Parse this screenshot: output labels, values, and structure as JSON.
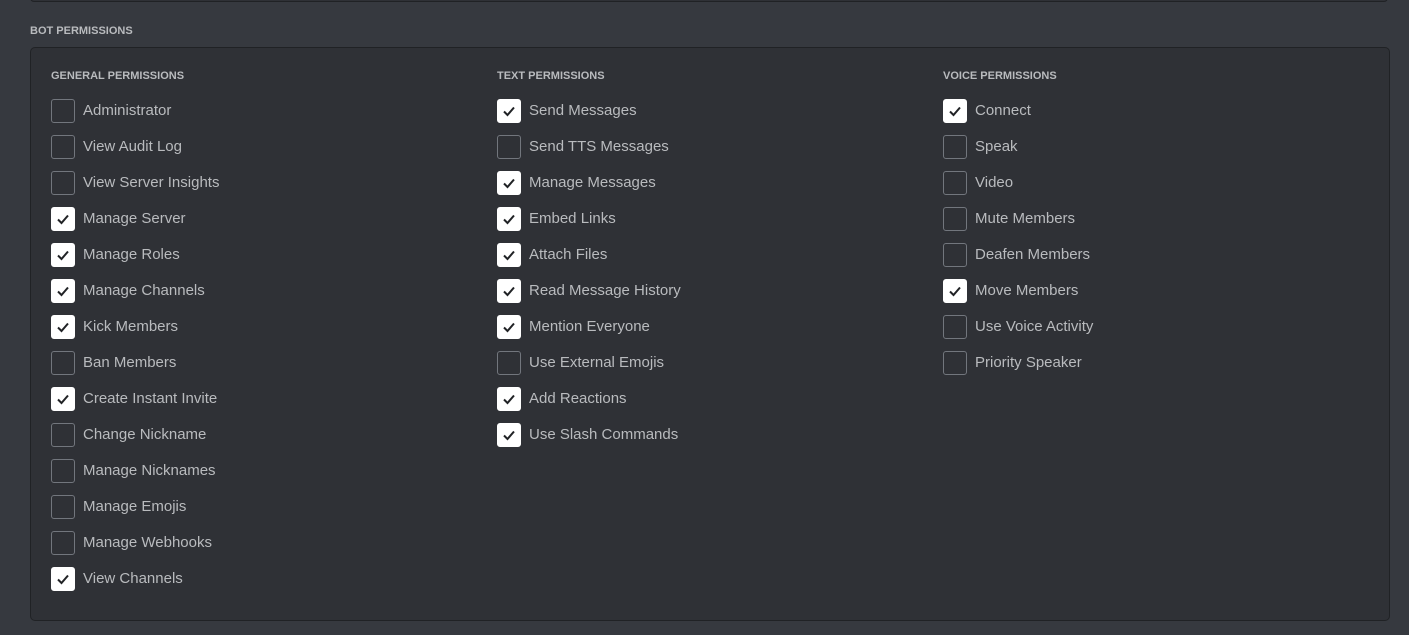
{
  "section_title": "BOT PERMISSIONS",
  "colors": {
    "background": "#36393f",
    "panel": "#2f3136",
    "panel_border": "#202225",
    "text": "#b9bbbe",
    "checkbox_checked": "#ffffff"
  },
  "check_icon": "check-icon",
  "columns": [
    {
      "heading": "GENERAL PERMISSIONS",
      "items": [
        {
          "label": "Administrator",
          "checked": false
        },
        {
          "label": "View Audit Log",
          "checked": false
        },
        {
          "label": "View Server Insights",
          "checked": false
        },
        {
          "label": "Manage Server",
          "checked": true
        },
        {
          "label": "Manage Roles",
          "checked": true
        },
        {
          "label": "Manage Channels",
          "checked": true
        },
        {
          "label": "Kick Members",
          "checked": true
        },
        {
          "label": "Ban Members",
          "checked": false
        },
        {
          "label": "Create Instant Invite",
          "checked": true
        },
        {
          "label": "Change Nickname",
          "checked": false
        },
        {
          "label": "Manage Nicknames",
          "checked": false
        },
        {
          "label": "Manage Emojis",
          "checked": false
        },
        {
          "label": "Manage Webhooks",
          "checked": false
        },
        {
          "label": "View Channels",
          "checked": true
        }
      ]
    },
    {
      "heading": "TEXT PERMISSIONS",
      "items": [
        {
          "label": "Send Messages",
          "checked": true
        },
        {
          "label": "Send TTS Messages",
          "checked": false
        },
        {
          "label": "Manage Messages",
          "checked": true
        },
        {
          "label": "Embed Links",
          "checked": true
        },
        {
          "label": "Attach Files",
          "checked": true
        },
        {
          "label": "Read Message History",
          "checked": true
        },
        {
          "label": "Mention Everyone",
          "checked": true
        },
        {
          "label": "Use External Emojis",
          "checked": false
        },
        {
          "label": "Add Reactions",
          "checked": true
        },
        {
          "label": "Use Slash Commands",
          "checked": true
        }
      ]
    },
    {
      "heading": "VOICE PERMISSIONS",
      "items": [
        {
          "label": "Connect",
          "checked": true
        },
        {
          "label": "Speak",
          "checked": false
        },
        {
          "label": "Video",
          "checked": false
        },
        {
          "label": "Mute Members",
          "checked": false
        },
        {
          "label": "Deafen Members",
          "checked": false
        },
        {
          "label": "Move Members",
          "checked": true
        },
        {
          "label": "Use Voice Activity",
          "checked": false
        },
        {
          "label": "Priority Speaker",
          "checked": false
        }
      ]
    }
  ]
}
